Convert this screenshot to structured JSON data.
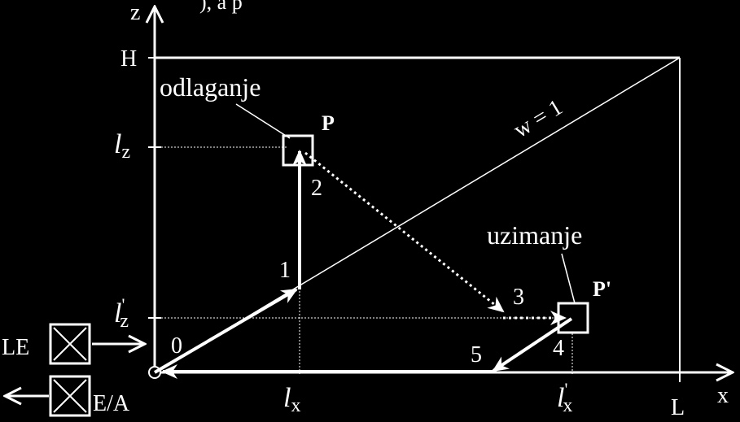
{
  "header_fragment": "), a p",
  "axes": {
    "z": "z",
    "x": "x"
  },
  "ticks": {
    "H": "H",
    "L": "L",
    "lz": {
      "main": "l",
      "sub": "z"
    },
    "lz_prime": {
      "main": "l",
      "sup": "'",
      "sub": "z"
    },
    "lx": {
      "main": "l",
      "sub": "x"
    },
    "lx_prime": {
      "main": "l",
      "sup": "'",
      "sub": "x"
    }
  },
  "labels": {
    "odlaganje": "odlaganje",
    "uzimanje": "uzimanje",
    "P": "P",
    "P_prime": "P'",
    "diagonal": "w = 1",
    "LE": "LE",
    "EA": "E/A"
  },
  "step_numbers": [
    "0",
    "1",
    "2",
    "3",
    "4",
    "5"
  ],
  "colors": {
    "background": "#000000",
    "foreground": "#ffffff"
  }
}
